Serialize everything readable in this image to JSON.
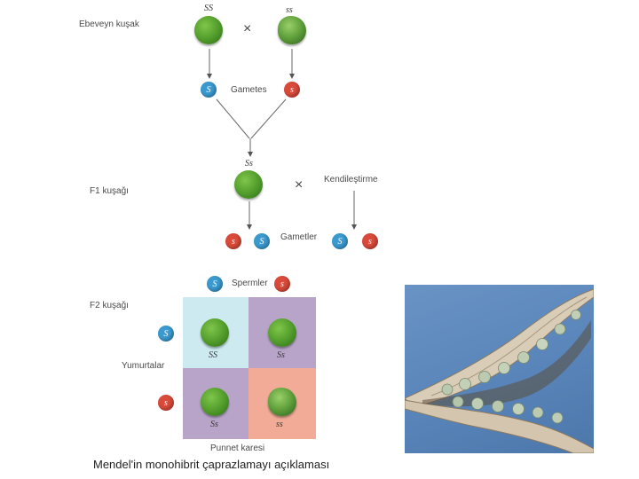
{
  "diagram": {
    "parental_label": "Ebeveyn kuşak",
    "parent_left_genotype": "SS",
    "parent_right_genotype": "ss",
    "cross_symbol": "×",
    "gametes_label_1": "Gametes",
    "gamete_S": "S",
    "gamete_s": "s",
    "f1_label": "F1 kuşağı",
    "f1_genotype": "Ss",
    "selfing_label": "Kendileştirme",
    "gametes_label_2": "Gametler",
    "sperm_label": "Spermler",
    "f2_label": "F2 kuşağı",
    "eggs_label": "Yumurtalar",
    "punnett_label": "Punnet karesi",
    "punnett_cells": [
      "SS",
      "Ss",
      "Ss",
      "ss"
    ],
    "caption": "Mendel'in monohibrit çaprazlamayı açıklaması"
  },
  "colors": {
    "gamete_dominant": "#3a9ad0",
    "gamete_recessive": "#d94a3a",
    "cell_SS": "#cdeaf0",
    "cell_Ss_top": "#b8a4c8",
    "cell_Ss_bottom": "#b8a4c8",
    "cell_ss": "#f1ab96",
    "photo_background": "#5a86bb"
  }
}
